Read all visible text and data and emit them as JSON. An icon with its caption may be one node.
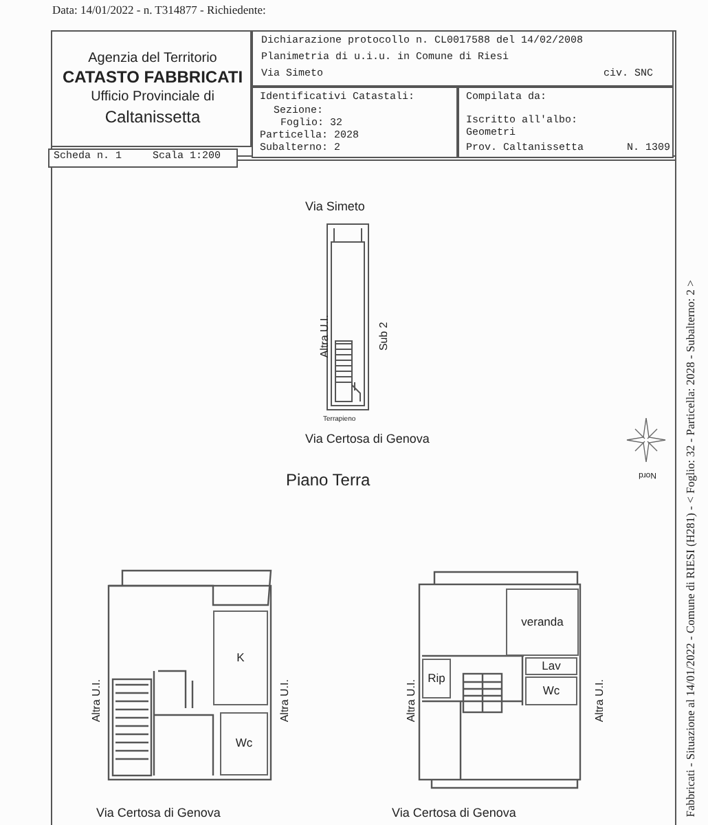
{
  "diagram": {
    "nodes": [
      {
        "text": [
          "Agenzia del Territorio",
          "CATASTO FABBRICATI",
          "Ufficio Provinciale di",
          "Caltanissetta"
        ]
      },
      {
        "text": [
          "Dichiarazione protocollo n. CL0017588 del 14/02/2008",
          "Planimetria di u.i.u. in Comune di Riesi",
          "Via Simeto",
          "civ. SNC"
        ]
      },
      {
        "text": [
          "Identificativi Catastali:",
          "Sezione:",
          "Foglio: 32",
          "Particella: 2028",
          "Subalterno: 2"
        ]
      },
      {
        "text": [
          "Compilata da:",
          "Iscritto all'albo: Geometri",
          "Prov. Caltanissetta",
          "N. 1309"
        ]
      },
      {
        "text": [
          "Scheda n. 1",
          "Scala 1:200"
        ]
      },
      {
        "text": [
          "K"
        ]
      },
      {
        "text": [
          "Wc"
        ]
      },
      {
        "text": [
          "veranda"
        ]
      },
      {
        "text": [
          "Lav"
        ]
      },
      {
        "text": [
          "Wc"
        ]
      },
      {
        "text": [
          "Rip"
        ]
      }
    ],
    "labels": [
      "Data: 14/01/2022 - n. T314877 - Richiedente:",
      "Via Simeto",
      "Altra U.I.",
      "Sub 2",
      "Terrapieno",
      "Via Certosa di Genova",
      "Piano Terra",
      "Nord",
      "Altra U.I.",
      "Altra U.I.",
      "Altra U.I.",
      "Altra U.I.",
      "Via Certosa di Genova",
      "Via Certosa di Genova",
      "Fabbricati - Situazione al 14/01/2022 - Comune di RIESI (H281) - < Foglio: 32 - Particella: 2028 - Subalterno: 2 >"
    ]
  }
}
